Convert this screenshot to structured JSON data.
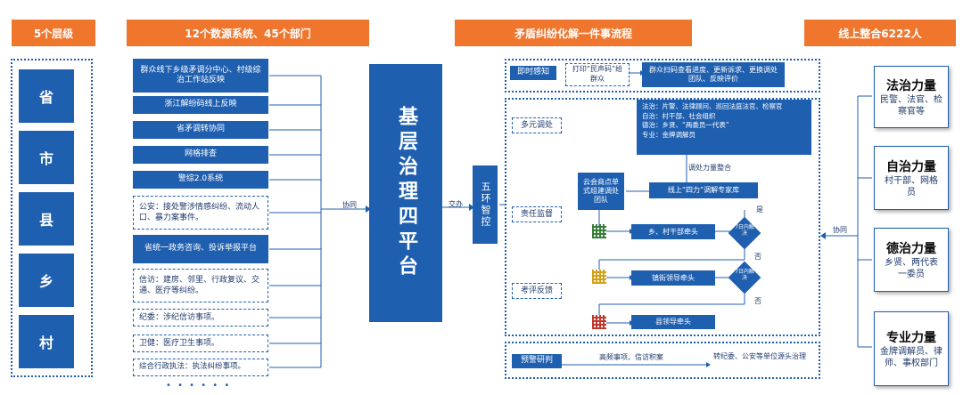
{
  "headers": {
    "levels": "5个层级",
    "systems": "12个数源系统、45个部门",
    "process": "矛盾纠纷化解一件事流程",
    "online": "线上整合6222人"
  },
  "levels": [
    "省",
    "市",
    "县",
    "乡",
    "村"
  ],
  "sources": [
    "群众线下乡级矛调分中心、村级综治工作站反映",
    "浙江解纷码线上反映",
    "省矛调转协同",
    "网格排查",
    "警综2.0系统",
    "公安：接处警涉情感纠纷、流动人口、暴力案事件。",
    "省统一政务咨询、投诉举报平台",
    "信访：建房、邻里、行政复议、交通、医疗等纠纷。",
    "纪委：涉纪信访事项。",
    "卫健：医疗卫生事项。",
    "综合行政执法：执法纠纷事项。"
  ],
  "more_dots": "• • • • • •",
  "center": {
    "platform": "基层治理四平台",
    "xiezhu_left": "协同",
    "jiao_ban": "交办",
    "wuhuan": "五环智控"
  },
  "process": {
    "realtime_label": "即时感知",
    "realtime_box1": "打印“民声码”给群众",
    "realtime_box2": "群众扫码查看进度、更新诉求、更换调处团队、反映评价",
    "multi_label": "多元调处",
    "multi_lines": [
      "法治：片警、法律顾问、巡回法庭法官、检察官",
      "自治：村干部、社会组织",
      "德治：乡贤、“两委员一代表”",
      "专业：金牌调解员"
    ],
    "integrate": "调处力量整合",
    "cloud": "云会商点单式组建调处团队",
    "expert": "线上“四力”调解专家库",
    "supervise_label": "责任监督",
    "step1": "乡、村干部牵头",
    "decide1": "7日内解决",
    "yes": "是",
    "no1": "否",
    "step2": "镇街领导牵头",
    "decide2": "7日内解决",
    "no2": "否",
    "assess_label": "考评反馈",
    "step3": "县领导牵头",
    "warn_label": "预警研判",
    "warn_text": "高频事项、信访积案",
    "warn_result": "转纪委、公安等单位源头治理"
  },
  "right_xiezhu": "协同",
  "forces": [
    {
      "title": "法治力量",
      "desc": "民警、法官、检察官等"
    },
    {
      "title": "自治力量",
      "desc": "村干部、网格员"
    },
    {
      "title": "德治力量",
      "desc": "乡贤、两代表一委员"
    },
    {
      "title": "专业力量",
      "desc": "金牌调解员、律师、事权部门"
    }
  ],
  "colors": {
    "blue": "#1f5fb0",
    "orange": "#f0762e"
  }
}
